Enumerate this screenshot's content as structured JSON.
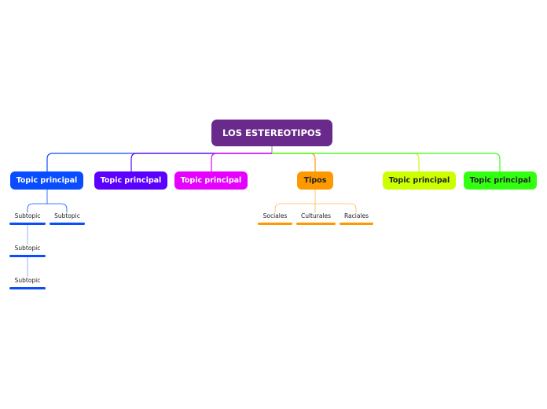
{
  "central": {
    "label": "LOS ESTEREOTIPOS",
    "color": "#6a2a8c"
  },
  "topics": [
    {
      "label": "Topic principal",
      "color": "#0a4cff",
      "text_color": "#ffffff"
    },
    {
      "label": "Topic principal",
      "color": "#5b00ff",
      "text_color": "#ffffff"
    },
    {
      "label": "Topic principal",
      "color": "#e600ff",
      "text_color": "#ffffff"
    },
    {
      "label": "Tipos",
      "color": "#ff9900",
      "text_color": "#222222"
    },
    {
      "label": "Topic principal",
      "color": "#ccff00",
      "text_color": "#222222"
    },
    {
      "label": "Topic principal",
      "color": "#33ff11",
      "text_color": "#222222"
    }
  ],
  "subtopics_topic1": [
    "Subtopic",
    "Subtopic",
    "Subtopic",
    "Subtopic"
  ],
  "tipos_subtopics": [
    "Sociales",
    "Culturales",
    "Raciales"
  ]
}
